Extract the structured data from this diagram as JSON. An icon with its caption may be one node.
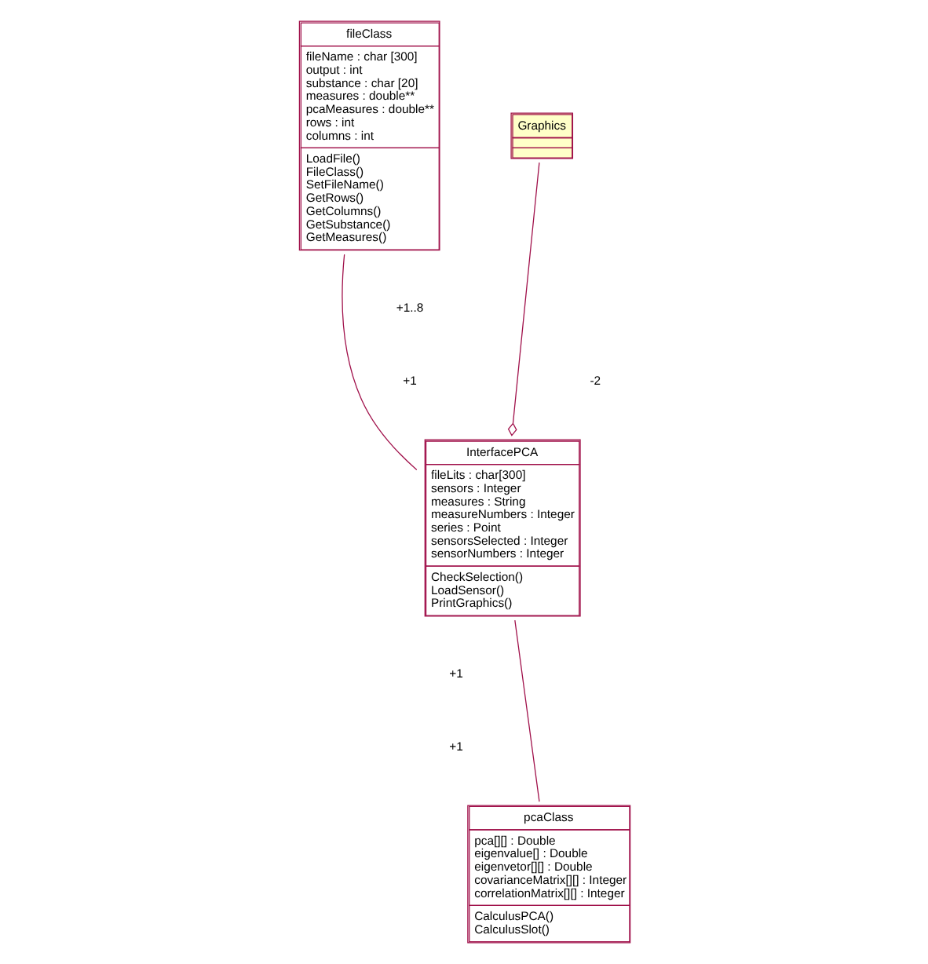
{
  "diagram": {
    "nodes": [
      {
        "text": [
          "fileClass",
          "fileName : char [300]",
          "output : int",
          "substance : char [20]",
          "measures : double**",
          "pcaMeasures : double**",
          "rows : int",
          "columns : int",
          "LoadFile()",
          "FileClass()",
          "SetFileName()",
          "GetRows()",
          "GetColumns()",
          "GetSubstance()",
          "GetMeasures()"
        ]
      },
      {
        "text": [
          "Graphics"
        ]
      },
      {
        "text": [
          "InterfacePCA",
          "fileLits : char[300]",
          "sensors : Integer",
          "measures : String",
          "measureNumbers : Integer",
          "series : Point",
          "sensorsSelected : Integer",
          "sensorNumbers : Integer",
          "CheckSelection()",
          "LoadSensor()",
          "PrintGraphics()"
        ]
      },
      {
        "text": [
          "pcaClass",
          "pca[][] : Double",
          "eigenvalue[] : Double",
          "eigenvetor[][] : Double",
          "covarianceMatrix[][] : Integer",
          "correlationMatrix[][] : Integer",
          "CalculusPCA()",
          "CalculusSlot()"
        ]
      }
    ],
    "edges": [
      {
        "from": 1,
        "to": 2,
        "arrow": "other"
      },
      {
        "from": 0,
        "to": 2,
        "arrow": "none"
      },
      {
        "from": 3,
        "to": 2,
        "arrow": "none"
      }
    ],
    "labels": [
      "-2",
      "+1..8",
      "+1",
      "+1",
      "+1"
    ]
  }
}
